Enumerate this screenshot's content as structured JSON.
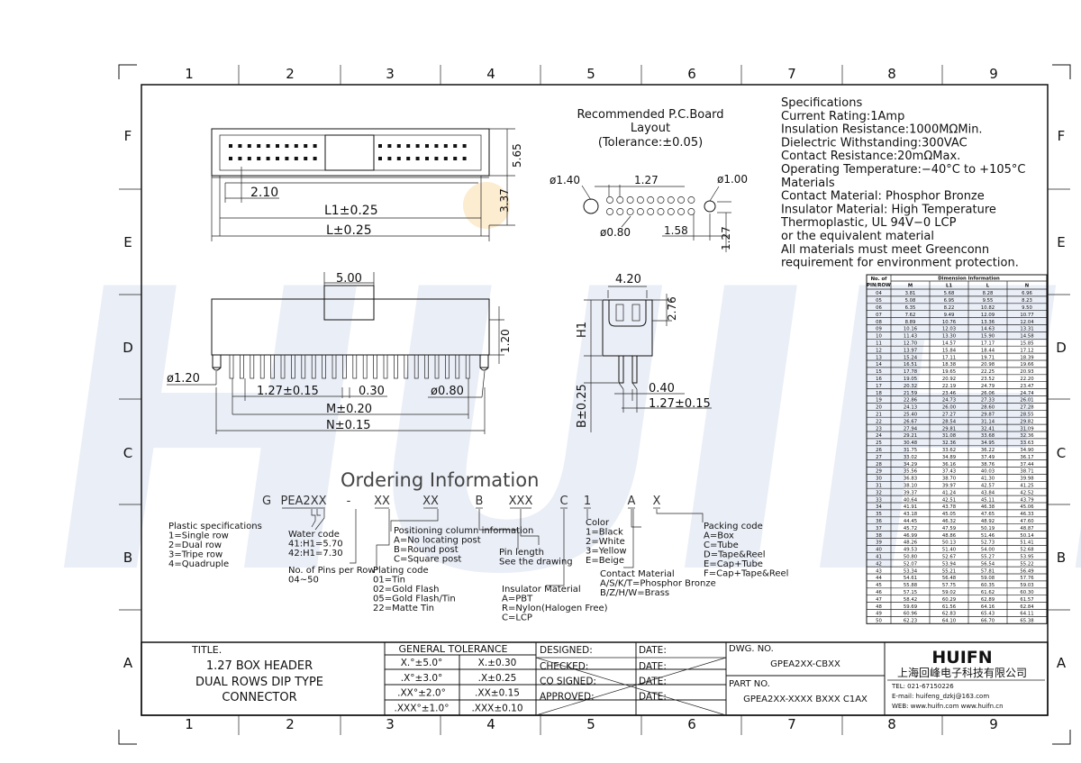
{
  "grid": {
    "cols": [
      "1",
      "2",
      "3",
      "4",
      "5",
      "6",
      "7",
      "8",
      "9"
    ],
    "rows": [
      "F",
      "E",
      "D",
      "C",
      "B",
      "A"
    ]
  },
  "pcb": {
    "title1": "Recommended P.C.Board",
    "title2": "Layout",
    "title3": "(Tolerance:±0.05)",
    "d_hole_large": "ø1.40",
    "pitch": "1.27",
    "d_hole_mount": "ø1.00",
    "d_hole_small": "ø0.80",
    "offset": "1.58",
    "row_pitch": "1.27"
  },
  "top_view": {
    "h565": "5.65",
    "h337": "3.37",
    "d210": "2.10",
    "l1": "L1±0.25",
    "l": "L±0.25"
  },
  "front_view": {
    "w500": "5.00",
    "h120": "1.20",
    "d120": "ø1.20",
    "pitch": "1.27±0.15",
    "pin": "0.30",
    "d080": "ø0.80",
    "m": "M±0.20",
    "n": "N±0.15"
  },
  "side_view": {
    "w420": "4.20",
    "h276": "2.76",
    "h1": "H1",
    "b": "B±0.25",
    "w040": "0.40",
    "pitch": "1.27±0.15"
  },
  "specs": [
    "Specifications",
    "Current Rating:1Amp",
    "Insulation Resistance:1000MΩMin.",
    "Dielectric Withstanding:300VAC",
    "Contact Resistance:20mΩMax.",
    "Operating Temperature:−40°C to +105°C",
    "Materials",
    "Contact Material: Phosphor Bronze",
    "Insulator Material: High Temperature",
    "Thermoplastic, UL 94V−0 LCP",
    "or the equivalent material",
    "All materials must meet Greenconn",
    "requirement for environment protection."
  ],
  "dim_table": {
    "header_a": "No. of",
    "header_b": "PIN/ROW",
    "header_group": "Dimension Information",
    "cols": [
      "M",
      "L1",
      "L",
      "N"
    ],
    "rows": [
      [
        "04",
        "3.81",
        "5.68",
        "8.28",
        "6.96"
      ],
      [
        "05",
        "5.08",
        "6.95",
        "9.55",
        "8.23"
      ],
      [
        "06",
        "6.35",
        "8.22",
        "10.82",
        "9.50"
      ],
      [
        "07",
        "7.62",
        "9.49",
        "12.09",
        "10.77"
      ],
      [
        "08",
        "8.89",
        "10.76",
        "13.36",
        "12.04"
      ],
      [
        "09",
        "10.16",
        "12.03",
        "14.63",
        "13.31"
      ],
      [
        "10",
        "11.43",
        "13.30",
        "15.90",
        "14.58"
      ],
      [
        "11",
        "12.70",
        "14.57",
        "17.17",
        "15.85"
      ],
      [
        "12",
        "13.97",
        "15.84",
        "18.44",
        "17.12"
      ],
      [
        "13",
        "15.24",
        "17.11",
        "19.71",
        "18.39"
      ],
      [
        "14",
        "16.51",
        "18.38",
        "20.98",
        "19.66"
      ],
      [
        "15",
        "17.78",
        "19.65",
        "22.25",
        "20.93"
      ],
      [
        "16",
        "19.05",
        "20.92",
        "23.52",
        "22.20"
      ],
      [
        "17",
        "20.32",
        "22.19",
        "24.79",
        "23.47"
      ],
      [
        "18",
        "21.59",
        "23.46",
        "26.06",
        "24.74"
      ],
      [
        "19",
        "22.86",
        "24.73",
        "27.33",
        "26.01"
      ],
      [
        "20",
        "24.13",
        "26.00",
        "28.60",
        "27.28"
      ],
      [
        "21",
        "25.40",
        "27.27",
        "29.87",
        "28.55"
      ],
      [
        "22",
        "26.67",
        "28.54",
        "31.14",
        "29.82"
      ],
      [
        "23",
        "27.94",
        "29.81",
        "32.41",
        "31.09"
      ],
      [
        "24",
        "29.21",
        "31.08",
        "33.68",
        "32.36"
      ],
      [
        "25",
        "30.48",
        "32.36",
        "34.95",
        "33.63"
      ],
      [
        "26",
        "31.75",
        "33.62",
        "36.22",
        "34.90"
      ],
      [
        "27",
        "33.02",
        "34.89",
        "37.49",
        "36.17"
      ],
      [
        "28",
        "34.29",
        "36.16",
        "38.76",
        "37.44"
      ],
      [
        "29",
        "35.56",
        "37.43",
        "40.03",
        "38.71"
      ],
      [
        "30",
        "36.83",
        "38.70",
        "41.30",
        "39.98"
      ],
      [
        "31",
        "38.10",
        "39.97",
        "42.57",
        "41.25"
      ],
      [
        "32",
        "39.37",
        "41.24",
        "43.84",
        "42.52"
      ],
      [
        "33",
        "40.64",
        "42.51",
        "45.11",
        "43.79"
      ],
      [
        "34",
        "41.91",
        "43.78",
        "46.38",
        "45.06"
      ],
      [
        "35",
        "43.18",
        "45.05",
        "47.65",
        "46.33"
      ],
      [
        "36",
        "44.45",
        "46.32",
        "48.92",
        "47.60"
      ],
      [
        "37",
        "45.72",
        "47.59",
        "50.19",
        "48.87"
      ],
      [
        "38",
        "46.99",
        "48.86",
        "51.46",
        "50.14"
      ],
      [
        "39",
        "48.26",
        "50.13",
        "52.73",
        "51.41"
      ],
      [
        "40",
        "49.53",
        "51.40",
        "54.00",
        "52.68"
      ],
      [
        "41",
        "50.80",
        "52.67",
        "55.27",
        "53.95"
      ],
      [
        "42",
        "52.07",
        "53.94",
        "56.54",
        "55.22"
      ],
      [
        "43",
        "53.34",
        "55.21",
        "57.81",
        "56.49"
      ],
      [
        "44",
        "54.61",
        "56.48",
        "59.08",
        "57.76"
      ],
      [
        "45",
        "55.88",
        "57.75",
        "60.35",
        "59.03"
      ],
      [
        "46",
        "57.15",
        "59.02",
        "61.62",
        "60.30"
      ],
      [
        "47",
        "58.42",
        "60.29",
        "62.89",
        "61.57"
      ],
      [
        "48",
        "59.69",
        "61.56",
        "64.16",
        "62.84"
      ],
      [
        "49",
        "60.96",
        "62.83",
        "65.43",
        "64.11"
      ],
      [
        "50",
        "62.23",
        "64.10",
        "66.70",
        "65.38"
      ]
    ]
  },
  "ordering": {
    "title": "Ordering Information",
    "code": [
      "G",
      "PEA2XX",
      "-",
      "XX",
      "XX",
      "B",
      "XXX",
      "C",
      "1",
      "A",
      "X"
    ],
    "plastic": [
      "Plastic specifications",
      "1=Single row",
      "2=Dual row",
      "3=Tripe row",
      "4=Quadruple"
    ],
    "water": [
      "Water code",
      "41:H1=5.70",
      "42:H1=7.30"
    ],
    "pins": [
      "No. of Pins per Row",
      "04~50"
    ],
    "positioning": [
      "Positioning column information",
      "A=No locating post",
      "B=Round post",
      "C=Square post"
    ],
    "plating": [
      "Plating code",
      "01=Tin",
      "02=Gold Flash",
      "05=Gold Flash/Tin",
      "22=Matte Tin"
    ],
    "pin_length": [
      "Pin length",
      "See the drawing"
    ],
    "insulator": [
      "Insulator Material",
      "A=PBT",
      "R=Nylon(Halogen Free)",
      "C=LCP"
    ],
    "color": [
      "Color",
      "1=Black",
      "2=White",
      "3=Yellow",
      "E=Beige"
    ],
    "contact": [
      "Contact Material",
      "A/S/K/T=Phosphor Bronze",
      "B/Z/H/W=Brass"
    ],
    "packing": [
      "Packing code",
      "A=Box",
      "C=Tube",
      "D=Tape&Reel",
      "E=Cap+Tube",
      "F=Cap+Tape&Reel"
    ]
  },
  "title_block": {
    "title_label": "TITLE.",
    "title_lines": [
      "1.27 BOX HEADER",
      "DUAL ROWS DIP TYPE",
      "CONNECTOR"
    ],
    "tol_header": "GENERAL TOLERANCE",
    "tol": [
      [
        "X.°±5.0°",
        "X.±0.30"
      ],
      [
        ".X°±3.0°",
        ".X±0.25"
      ],
      [
        ".XX°±2.0°",
        ".XX±0.15"
      ],
      [
        ".XXX°±1.0°",
        ".XXX±0.10"
      ]
    ],
    "roles": [
      "DESIGNED:",
      "CHECKED:",
      "CO SIGNED:",
      "APPROVED:"
    ],
    "date": "DATE:",
    "dwg_label": "DWG. NO.",
    "dwg_no": "GPEA2XX-CBXX",
    "part_label": "PART NO.",
    "part_no": "GPEA2XX-XXXX BXXX C1AX",
    "logo": "HUIFN",
    "company": "上海回峰电子科技有限公司",
    "tel": "TEL: 021-67150226",
    "email": "E-mail: huifeng_dzkj@163.com",
    "web": "WEB: www.huifn.com   www.huifn.cn"
  },
  "watermark": "HUIFN"
}
